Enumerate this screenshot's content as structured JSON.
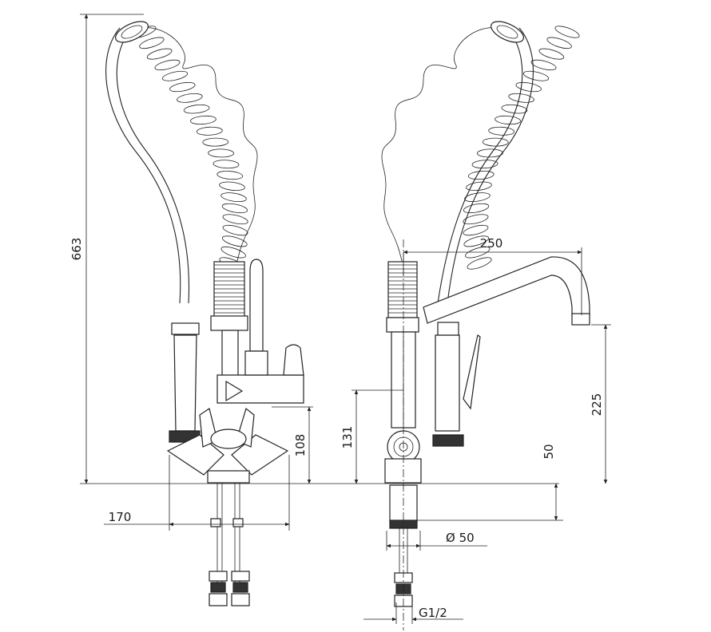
{
  "dimensions": {
    "height_total": "663",
    "spread_width": "170",
    "mixer_height": "108",
    "spray_height": "131",
    "spout_reach": "250",
    "spout_height": "225",
    "deck_thickness": "50",
    "body_diameter": "Ø 50",
    "thread_size": "G1/2"
  },
  "colors": {
    "line": "#222222",
    "background": "#ffffff"
  }
}
